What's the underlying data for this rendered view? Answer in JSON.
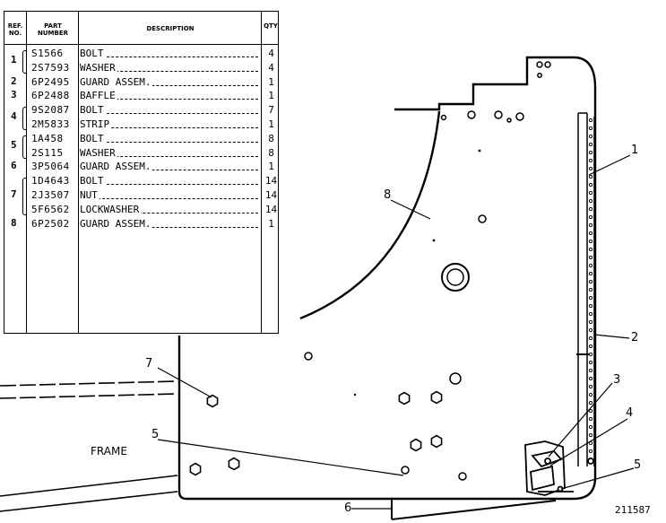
{
  "table": {
    "headers": {
      "ref": "REF. NO.",
      "part": "PART NUMBER",
      "desc": "DESCRIPTION",
      "qty": "QTY"
    },
    "groups": [
      {
        "ref": "1",
        "rows": [
          0,
          1
        ]
      },
      {
        "ref": "2",
        "rows": [
          2
        ]
      },
      {
        "ref": "3",
        "rows": [
          3
        ]
      },
      {
        "ref": "4",
        "rows": [
          4,
          5
        ]
      },
      {
        "ref": "5",
        "rows": [
          6,
          7
        ]
      },
      {
        "ref": "6",
        "rows": [
          8
        ]
      },
      {
        "ref": "7",
        "rows": [
          9,
          10,
          11
        ]
      },
      {
        "ref": "8",
        "rows": [
          12
        ]
      }
    ],
    "rows": [
      {
        "part": "S1566",
        "desc": "BOLT",
        "qty": "4"
      },
      {
        "part": "2S7593",
        "desc": "WASHER",
        "qty": "4"
      },
      {
        "part": "6P2495",
        "desc": "GUARD ASSEM.",
        "qty": "1"
      },
      {
        "part": "6P2488",
        "desc": "BAFFLE",
        "qty": "1"
      },
      {
        "part": "9S2087",
        "desc": "BOLT",
        "qty": "7"
      },
      {
        "part": "2M5833",
        "desc": "STRIP",
        "qty": "1"
      },
      {
        "part": "1A458",
        "desc": "BOLT",
        "qty": "8"
      },
      {
        "part": "2S115",
        "desc": "WASHER",
        "qty": "8"
      },
      {
        "part": "3P5064",
        "desc": "GUARD ASSEM.",
        "qty": "1"
      },
      {
        "part": "1D4643",
        "desc": "BOLT",
        "qty": "14"
      },
      {
        "part": "2J3507",
        "desc": "NUT",
        "qty": "14"
      },
      {
        "part": "5F6562",
        "desc": "LOCKWASHER",
        "qty": "14"
      },
      {
        "part": "6P2502",
        "desc": "GUARD ASSEM.",
        "qty": "1"
      }
    ]
  },
  "callouts": [
    "1",
    "2",
    "3",
    "4",
    "5",
    "5",
    "6",
    "7",
    "8"
  ],
  "frame_label": "FRAME",
  "figure_number": "211587"
}
